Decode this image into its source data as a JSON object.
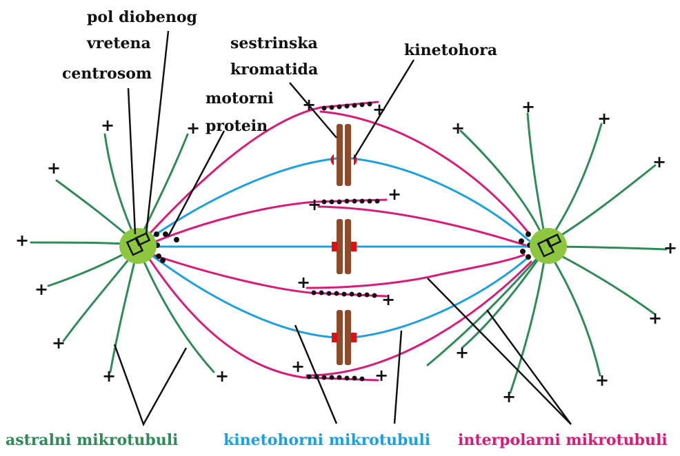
{
  "labels": {
    "pol_line1": "pol diobenog",
    "pol_line2": "vretena",
    "centrosom": "centrosom",
    "sestrinska_line1": "sestrinska",
    "sestrinska_line2": "kromatida",
    "kinetohora": "kinetohora",
    "motorni_line1": "motorni",
    "motorni_line2": "protein"
  },
  "legend": {
    "astral": "astralni mikrotubuli",
    "kinetochore": "kinetohorni mikrotubuli",
    "interpolar": "interpolarni mikrotubuli"
  },
  "plus_symbol": "+",
  "colors": {
    "astral": "#2e8b57",
    "kinetochore": "#1ea0e0",
    "interpolar": "#d81b78",
    "centrosome": "#8dc63f",
    "chromatid": "#8b4a2b",
    "kinetochore_mark": "#e01010",
    "motor": "#111111"
  }
}
